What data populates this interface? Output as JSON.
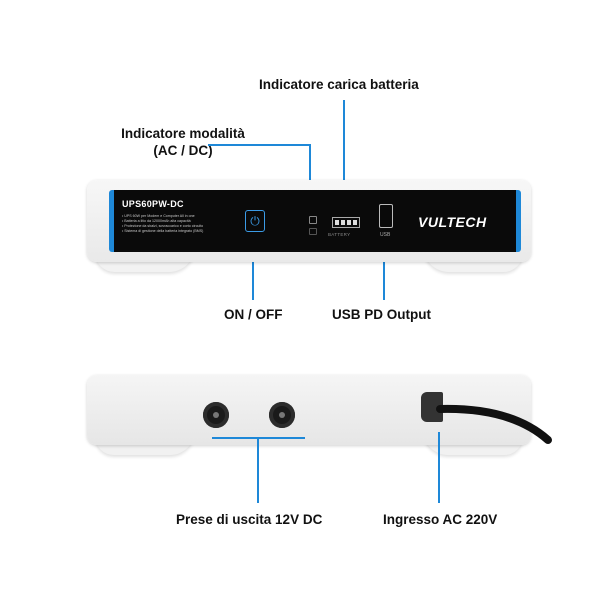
{
  "top_labels": {
    "battery_indicator": "Indicatore carica batteria",
    "mode_indicator_line1": "Indicatore modalità",
    "mode_indicator_line2": "(AC / DC)",
    "on_off": "ON / OFF",
    "usb_output": "USB PD Output"
  },
  "front_panel": {
    "model": "UPS60PW-DC",
    "specs": [
      "• UPS 60W per Modem e Computer All in one",
      "• Batteria a litio da 12000mAh alta capacità",
      "• Protezione da sbalzi, sovraccarico e corto circuito",
      "• Sistema di gestione della batteria integrato (BMS)"
    ],
    "battery_text": "BATTERY",
    "usb_text": "USB",
    "brand": "VULTECH"
  },
  "bottom_labels": {
    "dc_outputs": "Prese di uscita 12V DC",
    "ac_input": "Ingresso AC 220V"
  },
  "colors": {
    "accent_blue": "#1e88d8",
    "panel_black": "#0a0a0a",
    "device_white": "#f2f2f2"
  }
}
